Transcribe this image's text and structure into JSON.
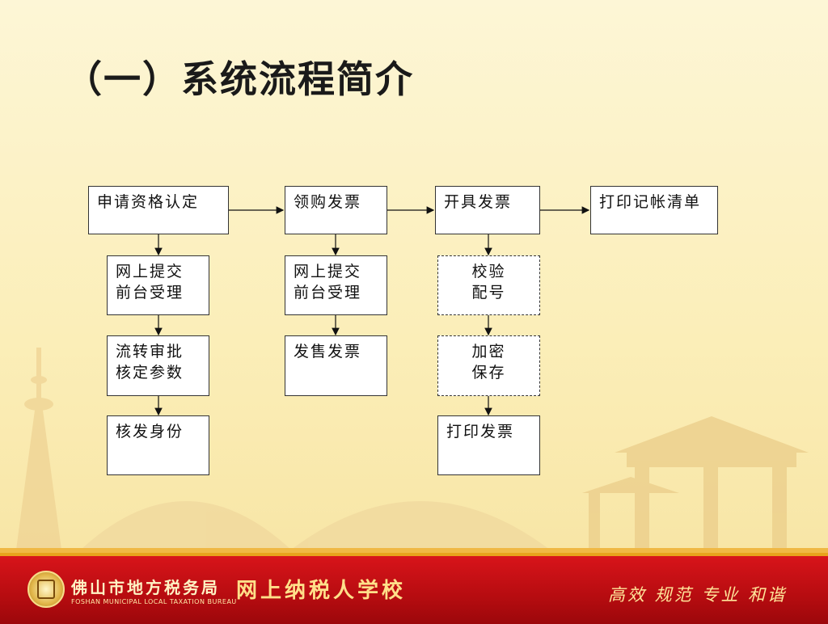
{
  "title": "（一）系统流程简介",
  "flow": {
    "stage1": {
      "head": "申请资格认定",
      "steps": [
        [
          "网上提交",
          "前台受理"
        ],
        [
          "流转审批",
          "核定参数"
        ],
        [
          "核发身份"
        ]
      ]
    },
    "stage2": {
      "head": "领购发票",
      "steps": [
        [
          "网上提交",
          "前台受理"
        ],
        [
          "发售发票"
        ]
      ]
    },
    "stage3": {
      "head": "开具发票",
      "steps": [
        [
          "校验",
          "配号"
        ],
        [
          "加密",
          "保存"
        ],
        [
          "打印发票"
        ]
      ]
    },
    "stage4": {
      "head": "打印记帐清单"
    }
  },
  "footer": {
    "bureau_cn": "佛山市地方税务局",
    "bureau_en": "FOSHAN MUNICIPAL LOCAL TAXATION BUREAU",
    "school": "网上纳税人学校",
    "motto": "高效 规范 专业 和谐"
  },
  "colors": {
    "background": "#fbeeb8",
    "footer": "#c8101a",
    "footer_text": "#ffe08a"
  }
}
